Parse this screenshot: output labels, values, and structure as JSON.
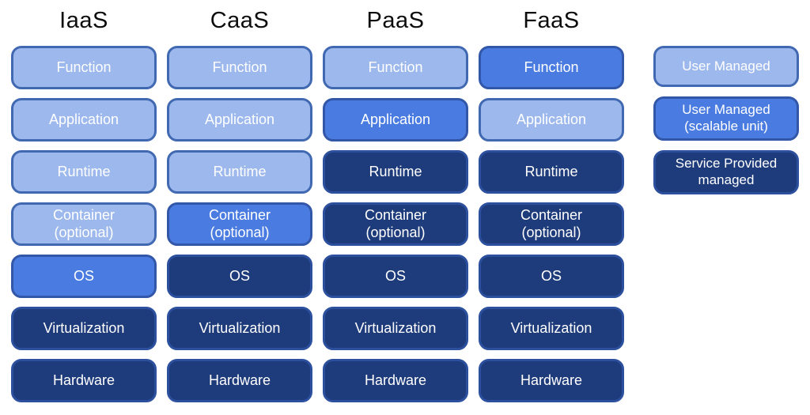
{
  "columns": [
    {
      "header": "IaaS",
      "layers": [
        {
          "label": "Function",
          "level": "user"
        },
        {
          "label": "Application",
          "level": "user"
        },
        {
          "label": "Runtime",
          "level": "user"
        },
        {
          "label": "Container\n(optional)",
          "level": "user"
        },
        {
          "label": "OS",
          "level": "scalable"
        },
        {
          "label": "Virtualization",
          "level": "provider"
        },
        {
          "label": "Hardware",
          "level": "provider"
        }
      ]
    },
    {
      "header": "CaaS",
      "layers": [
        {
          "label": "Function",
          "level": "user"
        },
        {
          "label": "Application",
          "level": "user"
        },
        {
          "label": "Runtime",
          "level": "user"
        },
        {
          "label": "Container\n(optional)",
          "level": "scalable"
        },
        {
          "label": "OS",
          "level": "provider"
        },
        {
          "label": "Virtualization",
          "level": "provider"
        },
        {
          "label": "Hardware",
          "level": "provider"
        }
      ]
    },
    {
      "header": "PaaS",
      "layers": [
        {
          "label": "Function",
          "level": "user"
        },
        {
          "label": "Application",
          "level": "scalable"
        },
        {
          "label": "Runtime",
          "level": "provider"
        },
        {
          "label": "Container\n(optional)",
          "level": "provider"
        },
        {
          "label": "OS",
          "level": "provider"
        },
        {
          "label": "Virtualization",
          "level": "provider"
        },
        {
          "label": "Hardware",
          "level": "provider"
        }
      ]
    },
    {
      "header": "FaaS",
      "layers": [
        {
          "label": "Function",
          "level": "scalable"
        },
        {
          "label": "Application",
          "level": "user"
        },
        {
          "label": "Runtime",
          "level": "provider"
        },
        {
          "label": "Container\n(optional)",
          "level": "provider"
        },
        {
          "label": "OS",
          "level": "provider"
        },
        {
          "label": "Virtualization",
          "level": "provider"
        },
        {
          "label": "Hardware",
          "level": "provider"
        }
      ]
    }
  ],
  "legend": [
    {
      "label": "User Managed",
      "level": "user"
    },
    {
      "label": "User Managed\n(scalable unit)",
      "level": "scalable"
    },
    {
      "label": "Service Provided\nmanaged",
      "level": "provider"
    }
  ],
  "colors": {
    "user_fill": "#9DB8EC",
    "user_border": "#4169B2",
    "scalable_fill": "#4A7BE0",
    "scalable_border": "#3357A8",
    "provider_fill": "#1E3C7B",
    "provider_border": "#2C4F9E",
    "box_text": "#FFFFFF",
    "header_text": "#0D0D0D",
    "background": "#FFFFFF"
  }
}
